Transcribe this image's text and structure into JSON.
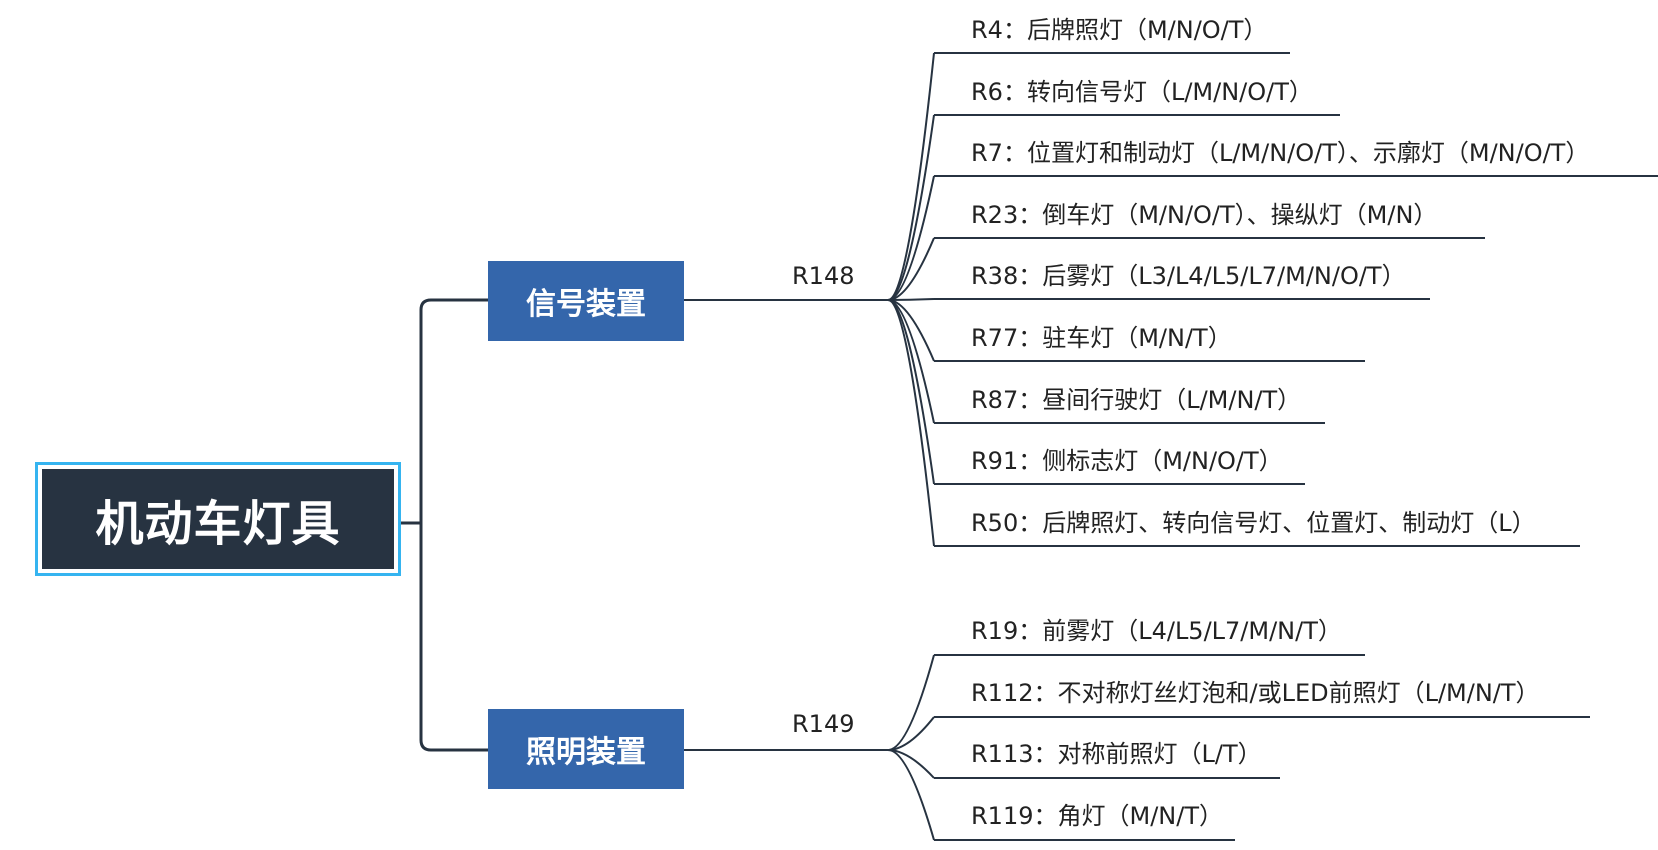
{
  "root": {
    "label": "机动车灯具"
  },
  "branches": [
    {
      "label": "信号装置",
      "code": "R148",
      "items": [
        "R4：后牌照灯（M/N/O/T）",
        "R6：转向信号灯（L/M/N/O/T）",
        "R7：位置灯和制动灯（L/M/N/O/T）、示廓灯（M/N/O/T）",
        "R23：倒车灯（M/N/O/T）、操纵灯（M/N）",
        "R38：后雾灯（L3/L4/L5/L7/M/N/O/T）",
        "R77：驻车灯（M/N/T）",
        "R87：昼间行驶灯（L/M/N/T）",
        "R91：侧标志灯（M/N/O/T）",
        "R50：后牌照灯、转向信号灯、位置灯、制动灯（L）"
      ]
    },
    {
      "label": "照明装置",
      "code": "R149",
      "items": [
        "R19：前雾灯（L4/L5/L7/M/N/T）",
        "R112：不对称灯丝灯泡和/或LED前照灯（L/M/N/T）",
        "R113：对称前照灯（L/T）",
        "R119：角灯（M/N/T）"
      ]
    }
  ],
  "colors": {
    "root_fill": "#273341",
    "root_border": "#35b4f0",
    "branch_fill": "#3466ab",
    "line": "#273341"
  }
}
